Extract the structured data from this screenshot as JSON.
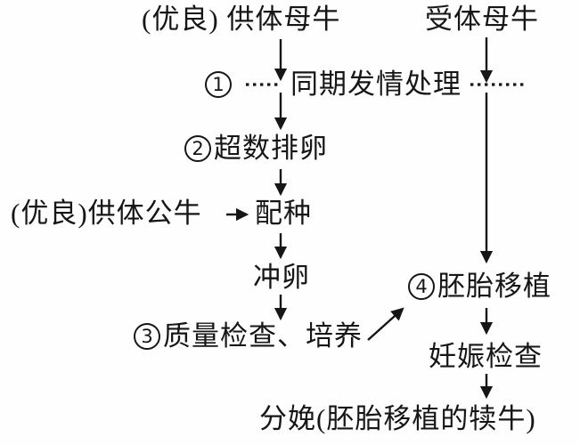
{
  "diagram": {
    "description": "cattle-embryo-transfer-flowchart",
    "colors": {
      "text": "#161616",
      "background": "#ffffff"
    },
    "nodes": {
      "donor_cow": "(优良) 供体母牛",
      "recipient_cow": "受体母牛",
      "step1_num": "1",
      "step1_label": "同期发情处理",
      "step2_num": "2",
      "step2_label": "超数排卵",
      "donor_bull": "(优良)供体公牛",
      "mating": "配种",
      "egg_flush": "冲卵",
      "step3_num": "3",
      "step3_label": "质量检查、培养",
      "step4_num": "4",
      "step4_label": "胚胎移植",
      "pregnancy_check": "妊娠检查",
      "delivery": "分娩(胚胎移植的犊牛)"
    }
  }
}
